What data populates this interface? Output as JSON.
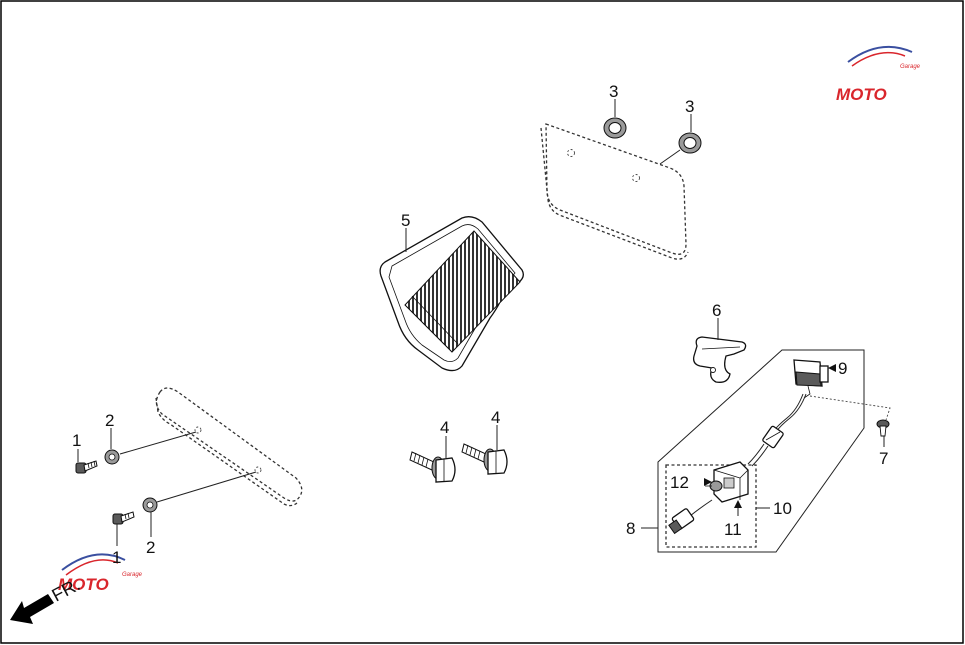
{
  "diagram": {
    "direction_label": "FR.",
    "callouts": [
      {
        "id": "c1a",
        "text": "1"
      },
      {
        "id": "c1b",
        "text": "1"
      },
      {
        "id": "c2a",
        "text": "2"
      },
      {
        "id": "c2b",
        "text": "2"
      },
      {
        "id": "c3a",
        "text": "3"
      },
      {
        "id": "c3b",
        "text": "3"
      },
      {
        "id": "c4a",
        "text": "4"
      },
      {
        "id": "c4b",
        "text": "4"
      },
      {
        "id": "c5",
        "text": "5"
      },
      {
        "id": "c6",
        "text": "6"
      },
      {
        "id": "c7",
        "text": "7"
      },
      {
        "id": "c8",
        "text": "8"
      },
      {
        "id": "c9",
        "text": "9"
      },
      {
        "id": "c10",
        "text": "10"
      },
      {
        "id": "c11",
        "text": "11"
      },
      {
        "id": "c12",
        "text": "12"
      }
    ],
    "watermark": {
      "brand": "MOTO",
      "tagline": "Garage"
    },
    "colors": {
      "line": "#111111",
      "watermark_red": "#d9262c",
      "watermark_blue": "#3a4fa0"
    }
  }
}
